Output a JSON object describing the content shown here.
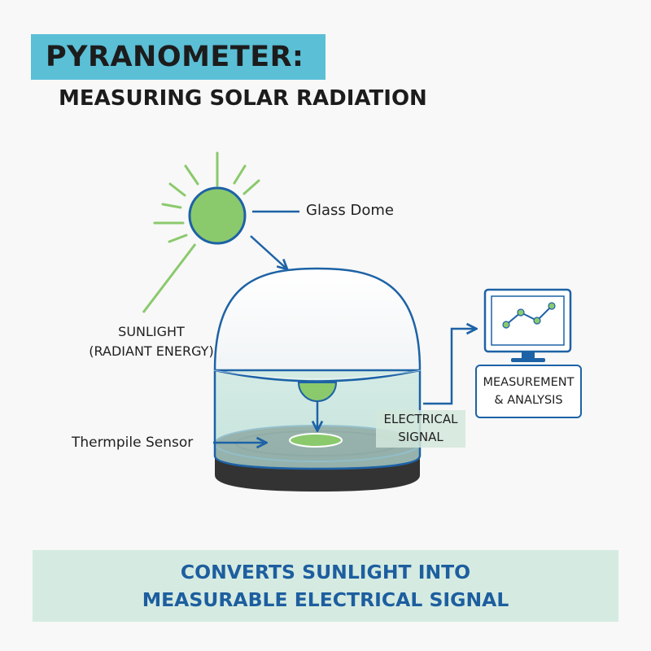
{
  "title": "PYRANOMETER:",
  "subtitle": "MEASURING SOLAR RADIATION",
  "labels": {
    "glass_dome": "Glass Dome",
    "sunlight": [
      "SUNLIGHT",
      "(RADIANT ENERGY)"
    ],
    "thermopile": "Thermpile Sensor",
    "electrical_signal": [
      "ELECTRICAL",
      "SIGNAL"
    ],
    "measurement": [
      "MEASUREMENT",
      "& ANALYSIS"
    ]
  },
  "footer": [
    "CONVERTS SUNLIGHT INTO",
    "MEASURABLE ELECTRICAL SIGNAL"
  ],
  "colors": {
    "accent_blue": "#1d62a6",
    "sun_green": "#8bc96d",
    "title_cyan": "#5bbfd6",
    "banner_mint": "#d5ebe1",
    "base_dark": "#333333"
  }
}
